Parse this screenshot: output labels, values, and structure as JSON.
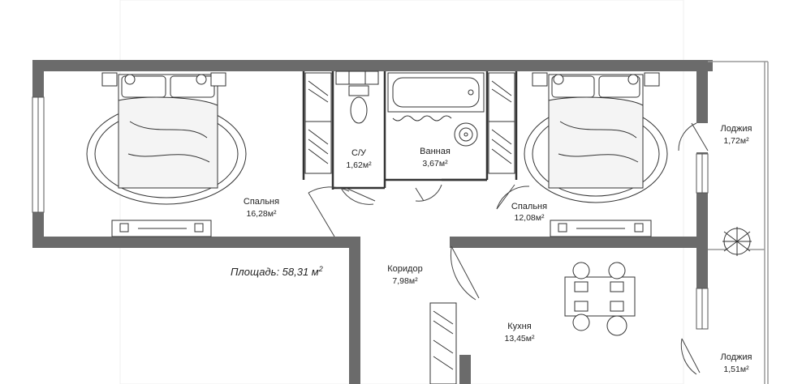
{
  "total_area": {
    "label": "Площадь: 58,31 м",
    "sup": "2"
  },
  "rooms": [
    {
      "id": "bedroom-1",
      "name": "Спальня",
      "area": "16,28м²"
    },
    {
      "id": "bathroom",
      "name": "Ванная",
      "area": "3,67м²"
    },
    {
      "id": "wc",
      "name": "С/У",
      "area": "1,62м²"
    },
    {
      "id": "bedroom-2",
      "name": "Спальня",
      "area": "12,08м²"
    },
    {
      "id": "loggia-1",
      "name": "Лоджия",
      "area": "1,72м²"
    },
    {
      "id": "corridor",
      "name": "Коридор",
      "area": "7,98м²"
    },
    {
      "id": "kitchen",
      "name": "Кухня",
      "area": "13,45м²"
    },
    {
      "id": "loggia-2",
      "name": "Лоджия",
      "area": "1,51м²"
    }
  ],
  "colors": {
    "wall": "#6b6b6b",
    "line": "#222222",
    "background": "#ffffff",
    "frame": "#e6e6e6"
  }
}
